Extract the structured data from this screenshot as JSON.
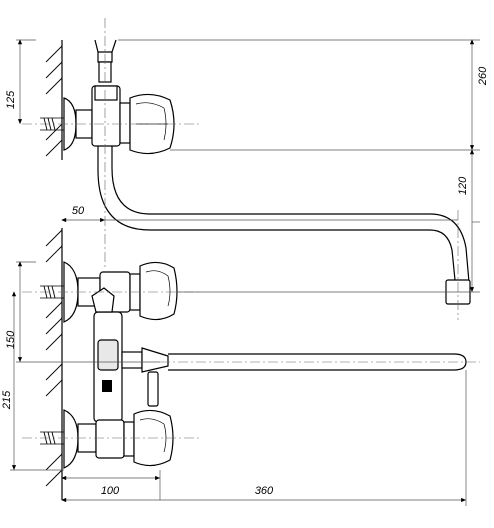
{
  "dims": {
    "d260": "260",
    "d120": "120",
    "d125": "125",
    "d50": "50",
    "d150": "150",
    "d215": "215",
    "d100": "100",
    "d360": "360"
  }
}
